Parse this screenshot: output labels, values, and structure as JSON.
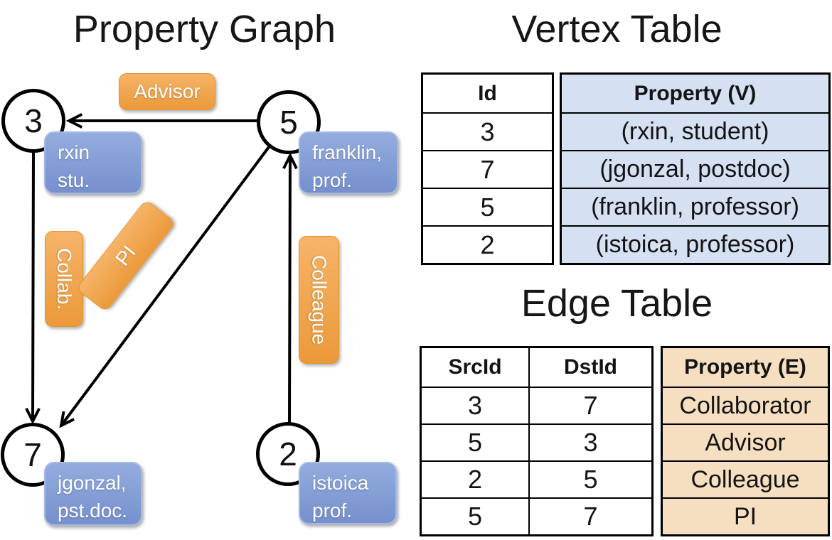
{
  "graph": {
    "title": "Property Graph",
    "nodes": {
      "n3": {
        "id": "3",
        "line1": "rxin",
        "line2": "stu."
      },
      "n5": {
        "id": "5",
        "line1": "franklin,",
        "line2": "prof."
      },
      "n7": {
        "id": "7",
        "line1": "jgonzal,",
        "line2": "pst.doc."
      },
      "n2": {
        "id": "2",
        "line1": "istoica",
        "line2": "prof."
      }
    },
    "edge_labels": {
      "advisor": "Advisor",
      "collab": "Collab.",
      "pi": "PI",
      "colleague": "Colleague"
    }
  },
  "vertex_table": {
    "title": "Vertex Table",
    "columns": {
      "id": "Id",
      "property": "Property (V)"
    },
    "rows": [
      {
        "id": "3",
        "property": "(rxin, student)"
      },
      {
        "id": "7",
        "property": "(jgonzal, postdoc)"
      },
      {
        "id": "5",
        "property": "(franklin, professor)"
      },
      {
        "id": "2",
        "property": "(istoica, professor)"
      }
    ]
  },
  "edge_table": {
    "title": "Edge Table",
    "columns": {
      "src": "SrcId",
      "dst": "DstId",
      "property": "Property (E)"
    },
    "rows": [
      {
        "src": "3",
        "dst": "7",
        "property": "Collaborator"
      },
      {
        "src": "5",
        "dst": "3",
        "property": "Advisor"
      },
      {
        "src": "2",
        "dst": "5",
        "property": "Colleague"
      },
      {
        "src": "5",
        "dst": "7",
        "property": "PI"
      }
    ]
  },
  "colors": {
    "edge_label_orange": "#EFA04A",
    "vertex_label_blue": "#85A0D7",
    "vertex_cell_bg": "#D5E0F2",
    "edge_cell_bg": "#F6DFC1",
    "line_color": "#000000"
  }
}
